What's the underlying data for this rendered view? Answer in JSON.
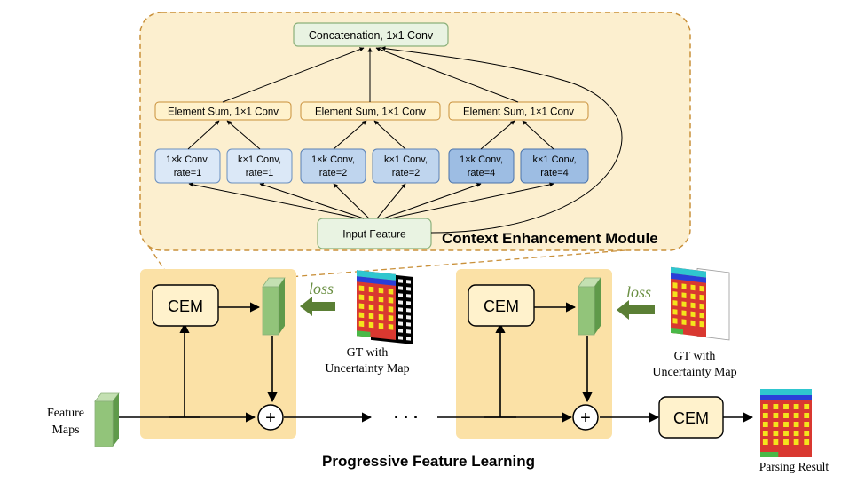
{
  "cem_module": {
    "concat_label": "Concatenation, 1x1 Conv",
    "element_sum_label": "Element Sum, 1×1 Conv",
    "branches": [
      {
        "left_line1": "1×k Conv,",
        "left_line2": "rate=1",
        "right_line1": "k×1 Conv,",
        "right_line2": "rate=1",
        "color": "#dbe8f7"
      },
      {
        "left_line1": "1×k Conv,",
        "left_line2": "rate=2",
        "right_line1": "k×1 Conv,",
        "right_line2": "rate=2",
        "color": "#bfd5ee"
      },
      {
        "left_line1": "1×k Conv,",
        "left_line2": "rate=4",
        "right_line1": "k×1 Conv,",
        "right_line2": "rate=4",
        "color": "#9dbde3"
      }
    ],
    "input_label": "Input Feature",
    "title": "Context Enhancement Module"
  },
  "pipeline": {
    "feature_maps_line1": "Feature",
    "feature_maps_line2": "Maps",
    "cem_label": "CEM",
    "loss_label": "loss",
    "gt_line1": "GT with",
    "gt_line2": "Uncertainty Map",
    "plus_symbol": "+",
    "ellipsis": "· · ·",
    "section_title": "Progressive Feature Learning",
    "result_label": "Parsing Result"
  },
  "colors": {
    "panel_fill": "#fcefcf",
    "panel_stroke": "#c9903a",
    "stage_fill": "#fbe1a6",
    "box_fill": "#fff2cc",
    "green_box_fill": "#e9f3e2",
    "green_box_stroke": "#8bb07a",
    "block_front": "#92c47a",
    "block_top": "#c4e0b2",
    "block_side": "#5f9a4a",
    "loss_arrow": "#5b7f35",
    "facade_red": "#d93830",
    "facade_yellow": "#f4e41c",
    "facade_blue": "#2a3fd8",
    "facade_cyan": "#2fc6cf",
    "facade_green": "#49b847"
  }
}
